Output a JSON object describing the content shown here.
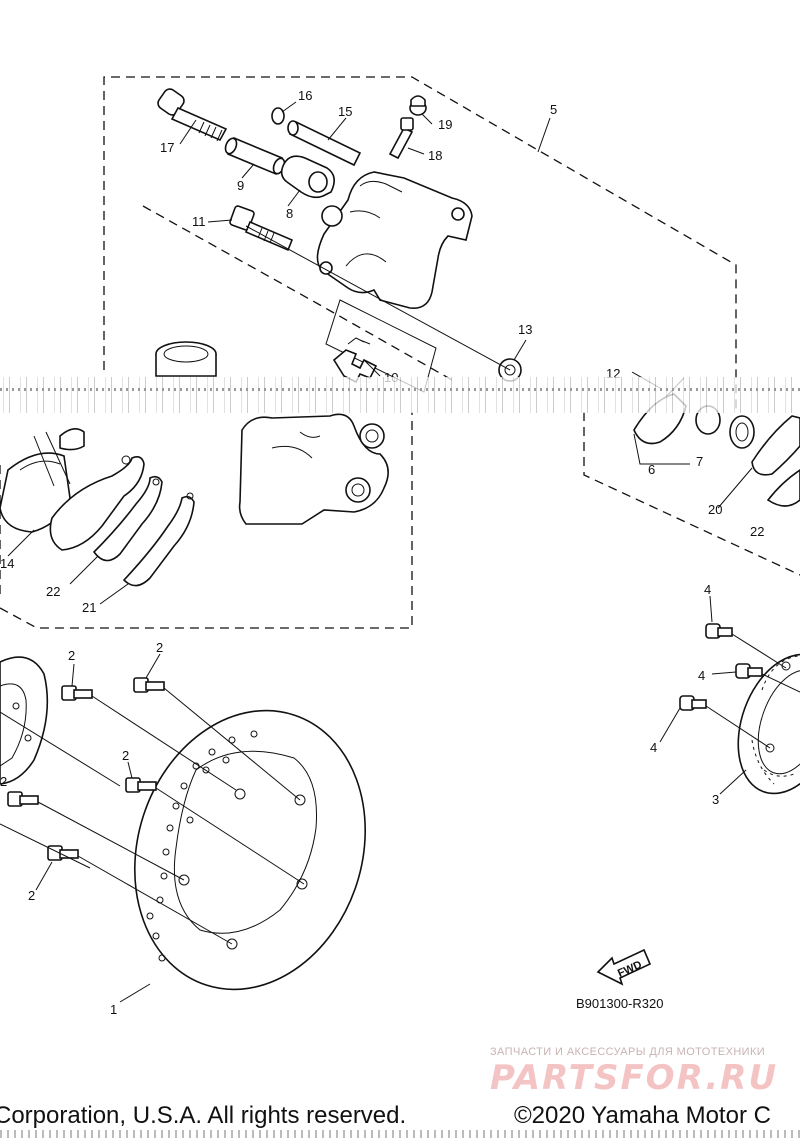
{
  "diagram": {
    "callouts": [
      {
        "id": "c16",
        "label": "16"
      },
      {
        "id": "c15",
        "label": "15"
      },
      {
        "id": "c19",
        "label": "19"
      },
      {
        "id": "c5",
        "label": "5"
      },
      {
        "id": "c17",
        "label": "17"
      },
      {
        "id": "c18",
        "label": "18"
      },
      {
        "id": "c9",
        "label": "9"
      },
      {
        "id": "c8",
        "label": "8"
      },
      {
        "id": "c11",
        "label": "11"
      },
      {
        "id": "c13",
        "label": "13"
      },
      {
        "id": "c10",
        "label": "10"
      },
      {
        "id": "c12",
        "label": "12"
      },
      {
        "id": "c6",
        "label": "6"
      },
      {
        "id": "c7",
        "label": "7"
      },
      {
        "id": "c20",
        "label": "20"
      },
      {
        "id": "c22r",
        "label": "22"
      },
      {
        "id": "c14",
        "label": "14"
      },
      {
        "id": "c22l",
        "label": "22"
      },
      {
        "id": "c21",
        "label": "21"
      },
      {
        "id": "c4a",
        "label": "4"
      },
      {
        "id": "c4b",
        "label": "4"
      },
      {
        "id": "c4c",
        "label": "4"
      },
      {
        "id": "c3",
        "label": "3"
      },
      {
        "id": "c2a",
        "label": "2"
      },
      {
        "id": "c2b",
        "label": "2"
      },
      {
        "id": "c2c",
        "label": "2"
      },
      {
        "id": "c2d",
        "label": "2"
      },
      {
        "id": "c2e",
        "label": "2"
      },
      {
        "id": "c1",
        "label": "1"
      }
    ],
    "fwd_label": "FWD",
    "reference_code": "B901300-R320"
  },
  "watermark": {
    "caption": "ЗАПЧАСТИ И АКСЕССУАРЫ ДЛЯ МОТОТЕХНИКИ",
    "brand": "PARTSFOR.RU"
  },
  "footer": {
    "copyright_left": "Corporation, U.S.A. All rights reserved.",
    "copyright_right": "©2020 Yamaha Motor C"
  }
}
